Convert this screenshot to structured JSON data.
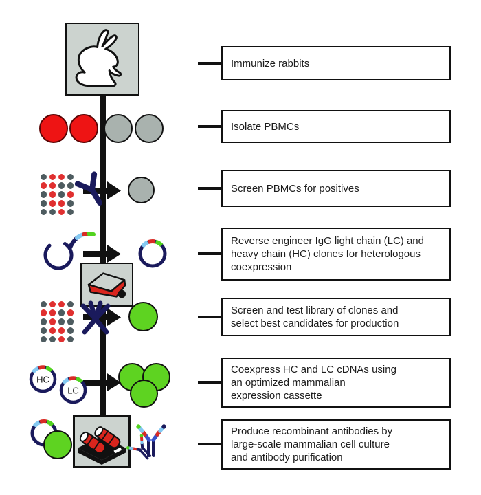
{
  "steps": [
    {
      "label": "Immunize rabbits"
    },
    {
      "label": "Isolate PBMCs"
    },
    {
      "label": "Screen PBMCs for positives"
    },
    {
      "label": "Reverse engineer IgG light chain (LC) and\nheavy chain (HC) clones for heterologous\ncoexpression"
    },
    {
      "label": "Screen and test library of clones and\nselect best candidates for production"
    },
    {
      "label": "Coexpress HC and LC cDNAs using\nan optimized mammalian\nexpression cassette"
    },
    {
      "label": "Produce recombinant antibodies by\nlarge-scale mammalian cell culture\nand antibody purification"
    }
  ],
  "plasmids": {
    "hc_label": "HC",
    "lc_label": "LC"
  },
  "well_grids": {
    "screen_pbmcs": {
      "pattern": [
        [
          "slate",
          "red",
          "red",
          "slate"
        ],
        [
          "red",
          "red",
          "slate",
          "slate"
        ],
        [
          "slate",
          "red",
          "slate",
          "red"
        ],
        [
          "slate",
          "red",
          "red",
          "slate"
        ],
        [
          "slate",
          "slate",
          "red",
          "slate"
        ]
      ]
    },
    "screen_clones": {
      "pattern": [
        [
          "slate",
          "red",
          "red",
          "slate"
        ],
        [
          "red",
          "red",
          "slate",
          "red"
        ],
        [
          "slate",
          "red",
          "slate",
          "slate"
        ],
        [
          "slate",
          "red",
          "red",
          "slate"
        ],
        [
          "slate",
          "slate",
          "red",
          "slate"
        ]
      ]
    }
  },
  "icons": {
    "rabbit-icon": "sitting rabbit silhouette in gray box",
    "pbmc-red-cell": "red circle cell",
    "pbmc-gray-cell": "gray circle cell",
    "microwell-grid-icon": "grid of red and slate assay wells",
    "antibody-navy-icon": "navy Y-shaped antibody",
    "antibody-cluster-icon": "navy crossed antibody cluster",
    "arrow-right-icon": "thick black right arrow",
    "open-plasmid-icon": "open circular DNA strand",
    "insert-fragment-icon": "curved DNA insert with colored segments",
    "plasmid-icon": "circular plasmid with colored cassette",
    "culture-flask-icon": "red tissue-culture flask in gray box",
    "hc-plasmid-icon": "plasmid labeled HC",
    "lc-plasmid-icon": "plasmid labeled LC",
    "green-cell-icon": "green producer cell",
    "green-cell-cluster-icon": "cluster of three green cells",
    "roller-bottles-icon": "red roller bottles on black rack in gray box",
    "recombinant-antibody-icon": "blue antibodies with colored tips"
  },
  "colors": {
    "ink": "#111111",
    "boxgray": "#ccd3cf",
    "cellred": "#ee1414",
    "cellgray": "#a9b2ae",
    "cellgreen": "#5ed321",
    "wellred": "#e03030",
    "wellslate": "#4e5c60",
    "navy": "#1a1a5c",
    "lightblue": "#85c9f2",
    "segred": "#d92b25",
    "seggreen": "#52d31f",
    "abblue": "#3753cb",
    "flaskred": "#d9251d"
  }
}
